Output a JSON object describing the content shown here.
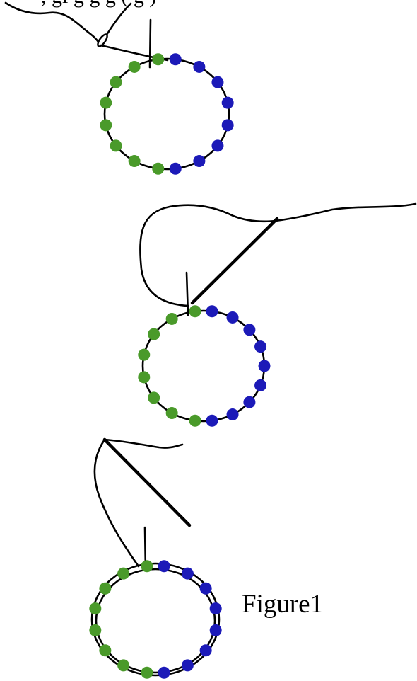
{
  "header": {
    "cropped_text": ", gi   g       g         g   (  g     )"
  },
  "figure": {
    "label": "Figure1"
  },
  "colors": {
    "green_bead": "#4a9a2a",
    "blue_bead": "#1c1ab8",
    "thread": "#000000",
    "background": "#ffffff"
  },
  "steps": [
    {
      "green_beads": 8,
      "blue_beads": 8,
      "needle": "eye-through-thread"
    },
    {
      "green_beads": 8,
      "blue_beads": 9,
      "needle": "through-bead"
    },
    {
      "green_beads": 8,
      "blue_beads": 8,
      "needle": "pulled-away",
      "thread_doubled": true
    }
  ]
}
